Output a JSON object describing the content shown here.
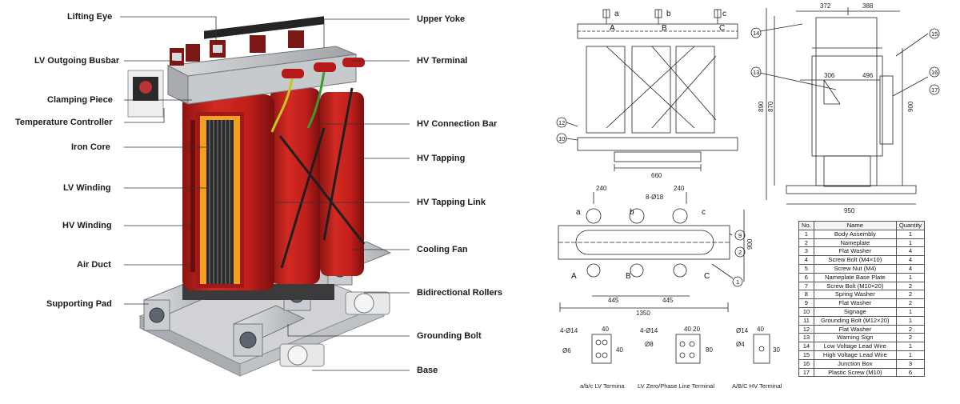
{
  "left_labels": {
    "left_side": [
      "Lifting Eye",
      "LV Outgoing Busbar",
      "Clamping Piece",
      "Temperature Controller",
      "Iron Core",
      "LV Winding",
      "HV Winding",
      "Air Duct",
      "Supporting Pad"
    ],
    "right_side": [
      "Upper Yoke",
      "HV Terminal",
      "HV Connection Bar",
      "HV Tapping",
      "HV Tapping Link",
      "Cooling Fan",
      "Bidirectional Rollers",
      "Grounding Bolt",
      "Base"
    ]
  },
  "drawing": {
    "phase_letters_lower": [
      "a",
      "b",
      "c"
    ],
    "phase_letters_upper": [
      "A",
      "B",
      "C"
    ],
    "callouts": [
      "14",
      "15",
      "13",
      "16",
      "17",
      "12",
      "10",
      "9",
      "2",
      "1"
    ],
    "front_dims": {
      "bottom": "660"
    },
    "side_dims": {
      "top_left": "372",
      "top_right": "388",
      "inner_left": "306",
      "inner_right": "496",
      "height_outer": "890",
      "height_inner": "870",
      "height_right": "900",
      "width": "950"
    },
    "plan_dims": {
      "top_left": "240",
      "top_right": "240",
      "holes": "8-Ø18",
      "right": "900",
      "bottom_left": "445",
      "bottom_right": "445",
      "overall": "1350"
    },
    "terminals": [
      {
        "caption": "a/b/c LV Termina",
        "hole_label": "4-Ø14",
        "dia_label": "Ø6",
        "w_label": "40",
        "h_label": "40"
      },
      {
        "caption": "LV Zero/Phase Line Terminal",
        "hole_label": "4-Ø14",
        "dia_label": "Ø8",
        "w_label": "40  20",
        "h_label": "80"
      },
      {
        "caption": "A/B/C HV Terminal",
        "hole_label": "Ø14",
        "dia_label": "Ø4",
        "w_label": "40",
        "h_label": "30"
      }
    ]
  },
  "parts_table": {
    "headers": [
      "No.",
      "Name",
      "Quantity"
    ],
    "rows": [
      [
        "1",
        "Body Assembly",
        "1"
      ],
      [
        "2",
        "Nameplate",
        "1"
      ],
      [
        "3",
        "Flat Washer",
        "4"
      ],
      [
        "4",
        "Screw Bolt (M4×10)",
        "4"
      ],
      [
        "5",
        "Screw Nut (M4)",
        "4"
      ],
      [
        "6",
        "Nameplate Base Plate",
        "1"
      ],
      [
        "7",
        "Screw Bolt (M10×20)",
        "2"
      ],
      [
        "8",
        "Spring Washer",
        "2"
      ],
      [
        "9",
        "Flat Washer",
        "2"
      ],
      [
        "10",
        "Signage",
        "1"
      ],
      [
        "11",
        "Grounding Bolt (M12×20)",
        "1"
      ],
      [
        "12",
        "Flat Washer",
        "2"
      ],
      [
        "13",
        "Warning Sign",
        "2"
      ],
      [
        "14",
        "Low Voltage Lead Wire",
        "1"
      ],
      [
        "15",
        "High Voltage Lead Wire",
        "1"
      ],
      [
        "16",
        "Junction Box",
        "3"
      ],
      [
        "17",
        "Plastic Screw (M10)",
        "6"
      ]
    ]
  },
  "colors": {
    "winding_red": "#c8201e",
    "winding_dark": "#8e1412",
    "steel": "#b9bcc0",
    "line": "#1a1a1a"
  }
}
